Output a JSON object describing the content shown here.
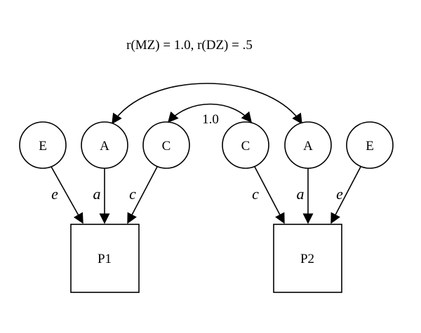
{
  "title": "r(MZ) = 1.0, r(DZ) = .5",
  "correlation_c": "1.0",
  "twin1": {
    "phenotype": "P1",
    "latents": [
      {
        "id": "E1",
        "label": "E",
        "path": "e"
      },
      {
        "id": "A1",
        "label": "A",
        "path": "a"
      },
      {
        "id": "C1",
        "label": "C",
        "path": "c"
      }
    ]
  },
  "twin2": {
    "phenotype": "P2",
    "latents": [
      {
        "id": "C2",
        "label": "C",
        "path": "c"
      },
      {
        "id": "A2",
        "label": "A",
        "path": "a"
      },
      {
        "id": "E2",
        "label": "E",
        "path": "e"
      }
    ]
  },
  "colors": {
    "stroke": "#000000",
    "background": "#ffffff"
  }
}
